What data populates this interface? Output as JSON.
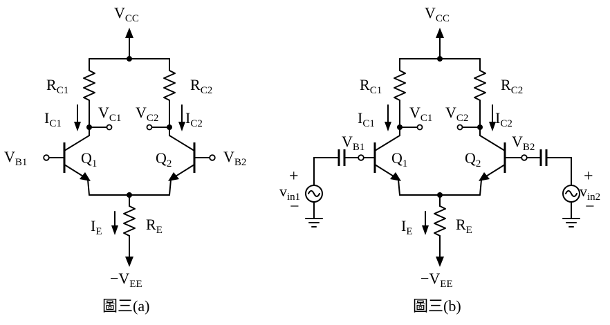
{
  "labels": {
    "vcc_main": "V",
    "vcc_sub": "CC",
    "vee_main": "−V",
    "vee_sub": "EE",
    "rc1_main": "R",
    "rc1_sub": "C1",
    "rc2_main": "R",
    "rc2_sub": "C2",
    "re_main": "R",
    "re_sub": "E",
    "ic1_main": "I",
    "ic1_sub": "C1",
    "ic2_main": "I",
    "ic2_sub": "C2",
    "ie_main": "I",
    "ie_sub": "E",
    "vc1_main": "V",
    "vc1_sub": "C1",
    "vc2_main": "V",
    "vc2_sub": "C2",
    "vb1_main": "V",
    "vb1_sub": "B1",
    "vb2_main": "V",
    "vb2_sub": "B2",
    "q1_main": "Q",
    "q1_sub": "1",
    "q2_main": "Q",
    "q2_sub": "2",
    "vin1_main": "v",
    "vin1_sub": "in1",
    "vin2_main": "v",
    "vin2_sub": "in2",
    "plus": "+",
    "minus": "−"
  },
  "captions": {
    "a": "圖三(a)",
    "b": "圖三(b)"
  }
}
